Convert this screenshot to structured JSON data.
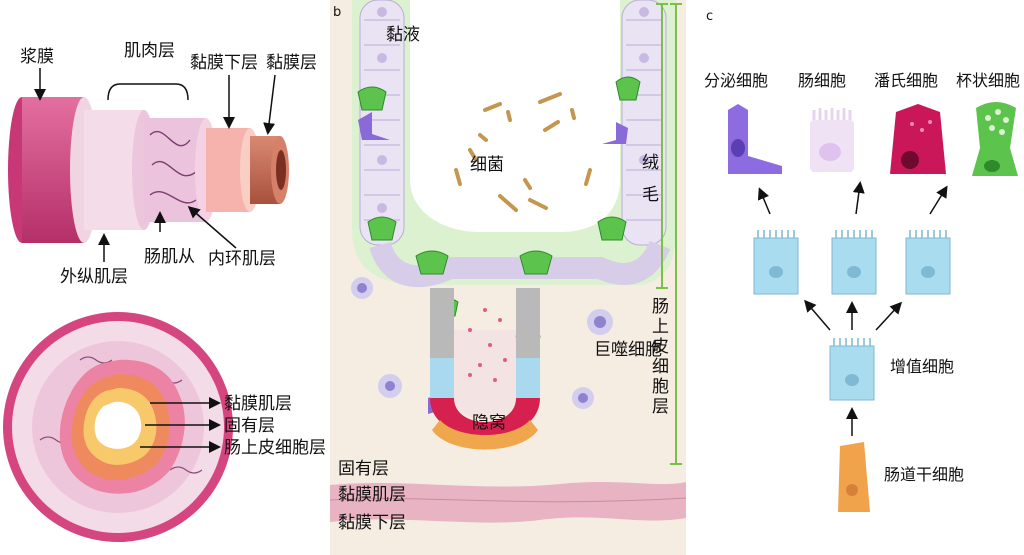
{
  "panel_a": {
    "top_labels": {
      "serosa": "浆膜",
      "muscularis": "肌肉层",
      "submucosa": "黏膜下层",
      "mucosa": "黏膜层"
    },
    "bottom_labels": {
      "outer_longitudinal": "外纵肌层",
      "myenteric_plexus": "肠肌从",
      "inner_circular": "内环肌层"
    },
    "cross_section_labels": {
      "muscularis_mucosae": "黏膜肌层",
      "lamina_propria": "固有层",
      "epithelium": "肠上皮细胞层"
    }
  },
  "panel_b": {
    "letter": "b",
    "labels": {
      "mucus": "黏液",
      "bacteria": "细菌",
      "villus_1": "绒",
      "villus_2": "毛",
      "macrophage": "巨噬细胞",
      "crypt": "隐窝",
      "epithelial_layer_1": "肠",
      "epithelial_layer_2": "上",
      "epithelial_layer_3": "皮",
      "epithelial_layer_4": "细",
      "epithelial_layer_5": "胞",
      "epithelial_layer_6": "层",
      "lamina_propria": "固有层",
      "muscularis_mucosae": "黏膜肌层",
      "submucosa": "黏膜下层"
    }
  },
  "panel_c": {
    "letter": "c",
    "cell_types": {
      "enteroendocrine": "分泌细胞",
      "enterocyte": "肠细胞",
      "paneth": "潘氏细胞",
      "goblet": "杯状细胞"
    },
    "transit_amplifying": "增值细胞",
    "stem_cell": "肠道干细胞"
  },
  "colors": {
    "serosa": "#d2457f",
    "muscle_light": "#f3d9e6",
    "plexus": "#e8b4d2",
    "submucosa": "#f7b7b0",
    "mucosa": "#c1674f",
    "mucus_green": "#dff3d4",
    "goblet_green": "#58c14a",
    "lamina_bg": "#f5ebe0",
    "muscle_band": "#e9b9c6",
    "blue_cell": "#9fd9ee",
    "paneth_red": "#c9175a",
    "enteroendocrine_purple": "#8c6ce0",
    "stem_orange": "#f0a34b"
  }
}
